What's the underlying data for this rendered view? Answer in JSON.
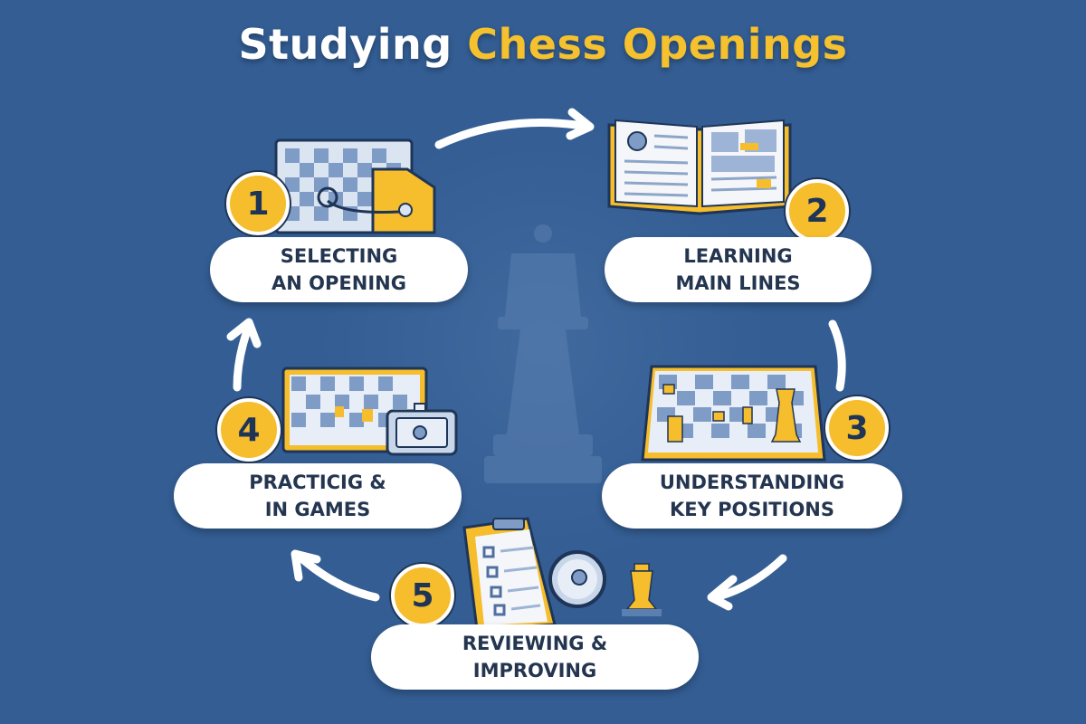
{
  "title": {
    "part1": "Studying",
    "part2": "Chess Openings"
  },
  "colors": {
    "background": "#335d93",
    "accent": "#f6bd2c",
    "text_dark": "#243550",
    "pill": "#ffffff"
  },
  "steps": [
    {
      "number": "1",
      "line1": "SELECTING",
      "line2": "AN OPENING",
      "icon": "chessboard-with-folder-icon"
    },
    {
      "number": "2",
      "line1": "LEARNING",
      "line2": "MAIN LINES",
      "icon": "open-book-icon"
    },
    {
      "number": "3",
      "line1": "UNDERSTANDING",
      "line2": "KEY POSITIONS",
      "icon": "board-with-pieces-icon"
    },
    {
      "number": "4",
      "line1": "PRACTICIG &",
      "line2": "IN GAMES",
      "icon": "board-with-clock-icon"
    },
    {
      "number": "5",
      "line1": "REVIEWING &",
      "line2": "IMPROVING",
      "icon": "clipboard-checklist-icon"
    }
  ]
}
